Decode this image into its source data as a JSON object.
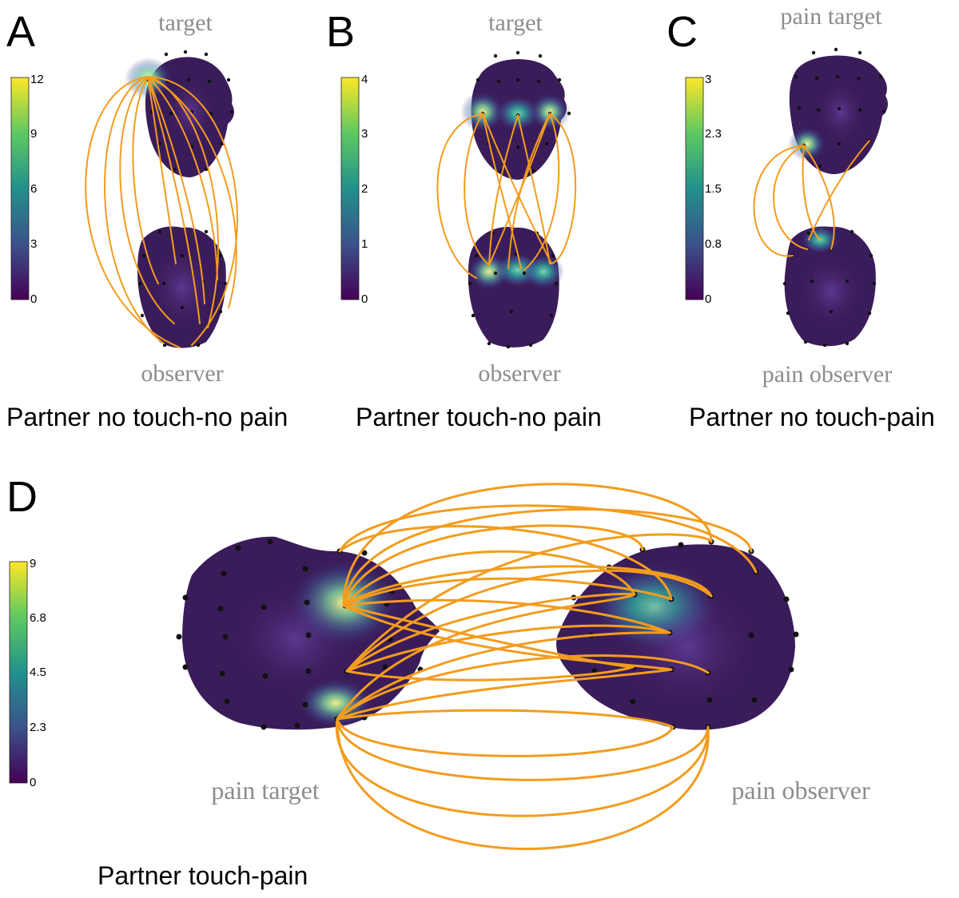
{
  "colors": {
    "link": "#f39c1e",
    "label_gray": "#8c8c8c",
    "head_base": "#3b1c5a",
    "viridis": [
      "#440154",
      "#3b528b",
      "#21918c",
      "#5ec962",
      "#fde725"
    ]
  },
  "panels": {
    "A": {
      "letter": "A",
      "top_label": "target",
      "bottom_label": "observer",
      "caption": "Partner no touch-no pain",
      "colorbar_ticks": [
        "12",
        "9",
        "6",
        "3",
        "0"
      ]
    },
    "B": {
      "letter": "B",
      "top_label": "target",
      "bottom_label": "observer",
      "caption": "Partner touch-no pain",
      "colorbar_ticks": [
        "4",
        "3",
        "2",
        "1",
        "0"
      ]
    },
    "C": {
      "letter": "C",
      "top_label": "pain target",
      "bottom_label": "pain observer",
      "caption": "Partner no touch-pain",
      "colorbar_ticks": [
        "3",
        "2.3",
        "1.5",
        "0.8",
        "0"
      ]
    },
    "D": {
      "letter": "D",
      "left_label": "pain target",
      "right_label": "pain observer",
      "caption": "Partner touch-pain",
      "colorbar_ticks": [
        "9",
        "6.8",
        "4.5",
        "2.3",
        "0"
      ]
    }
  }
}
